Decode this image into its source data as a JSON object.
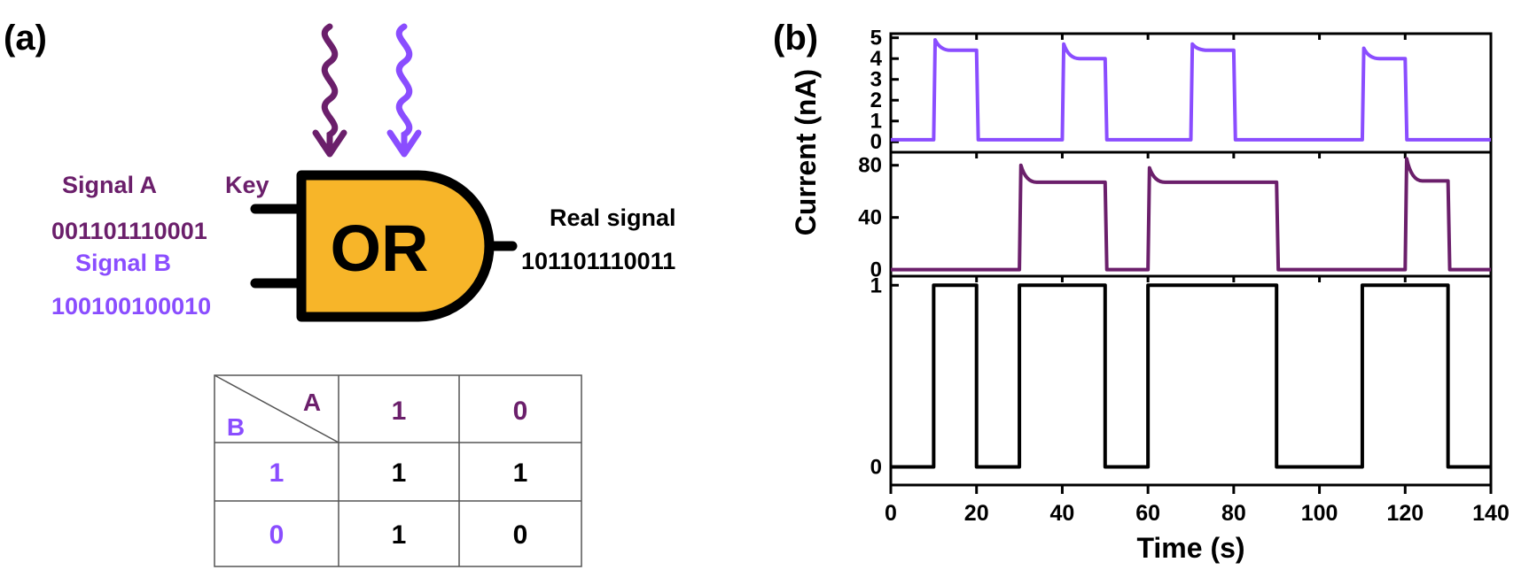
{
  "panel_a": {
    "label": "(a)",
    "gate": {
      "text": "OR",
      "fill": "#F7B529"
    },
    "signal_a_label": "Signal A",
    "key_label": "Key",
    "signal_a_bits": "001101110001",
    "signal_b_label": "Signal B",
    "signal_b_bits": "100100100010",
    "output_label": "Real signal",
    "output_bits": "101101110011",
    "truth_table": {
      "header_a": "A",
      "header_b": "B",
      "col_headers": [
        "1",
        "0"
      ],
      "rows": [
        {
          "b": "1",
          "cells": [
            "1",
            "1"
          ]
        },
        {
          "b": "0",
          "cells": [
            "1",
            "0"
          ]
        }
      ]
    }
  },
  "panel_b": {
    "label": "(b)"
  },
  "colors": {
    "signal_a": "#6B1F6B",
    "signal_b": "#8A4DFF",
    "output": "#000000",
    "gate_fill": "#F7B529"
  },
  "chart_data": {
    "type": "line",
    "xlabel": "Time (s)",
    "ylabel": "Current (nA)",
    "xlim": [
      0,
      140
    ],
    "x_ticks": [
      0,
      20,
      40,
      60,
      80,
      100,
      120,
      140
    ],
    "grid": false,
    "panels": [
      {
        "name": "Signal B",
        "color": "#8A4DFF",
        "ylim": [
          -0.5,
          5.2
        ],
        "y_ticks": [
          0,
          1,
          2,
          3,
          4,
          5
        ],
        "baseline": 0.1,
        "pulses": [
          {
            "start": 10,
            "end": 20,
            "peak": 4.9,
            "plateau": 4.4
          },
          {
            "start": 40,
            "end": 50,
            "peak": 4.7,
            "plateau": 4.0
          },
          {
            "start": 70,
            "end": 80,
            "peak": 4.7,
            "plateau": 4.4
          },
          {
            "start": 110,
            "end": 120,
            "peak": 4.5,
            "plateau": 4.0
          }
        ]
      },
      {
        "name": "Signal A",
        "color": "#6B1F6B",
        "ylim": [
          -5,
          90
        ],
        "y_ticks": [
          0,
          40,
          80
        ],
        "baseline": 0,
        "pulses": [
          {
            "start": 30,
            "end": 50,
            "peak": 80,
            "plateau": 67
          },
          {
            "start": 60,
            "end": 90,
            "peak": 78,
            "plateau": 67
          },
          {
            "start": 120,
            "end": 130,
            "peak": 85,
            "plateau": 68
          }
        ]
      },
      {
        "name": "Real signal",
        "color": "#000000",
        "ylim": [
          -0.1,
          1.05
        ],
        "y_ticks": [
          0,
          1
        ],
        "baseline": 0,
        "pulses": [
          {
            "start": 10,
            "end": 20,
            "peak": 1,
            "plateau": 1
          },
          {
            "start": 30,
            "end": 50,
            "peak": 1,
            "plateau": 1
          },
          {
            "start": 60,
            "end": 90,
            "peak": 1,
            "plateau": 1
          },
          {
            "start": 110,
            "end": 130,
            "peak": 1,
            "plateau": 1
          }
        ]
      }
    ]
  }
}
